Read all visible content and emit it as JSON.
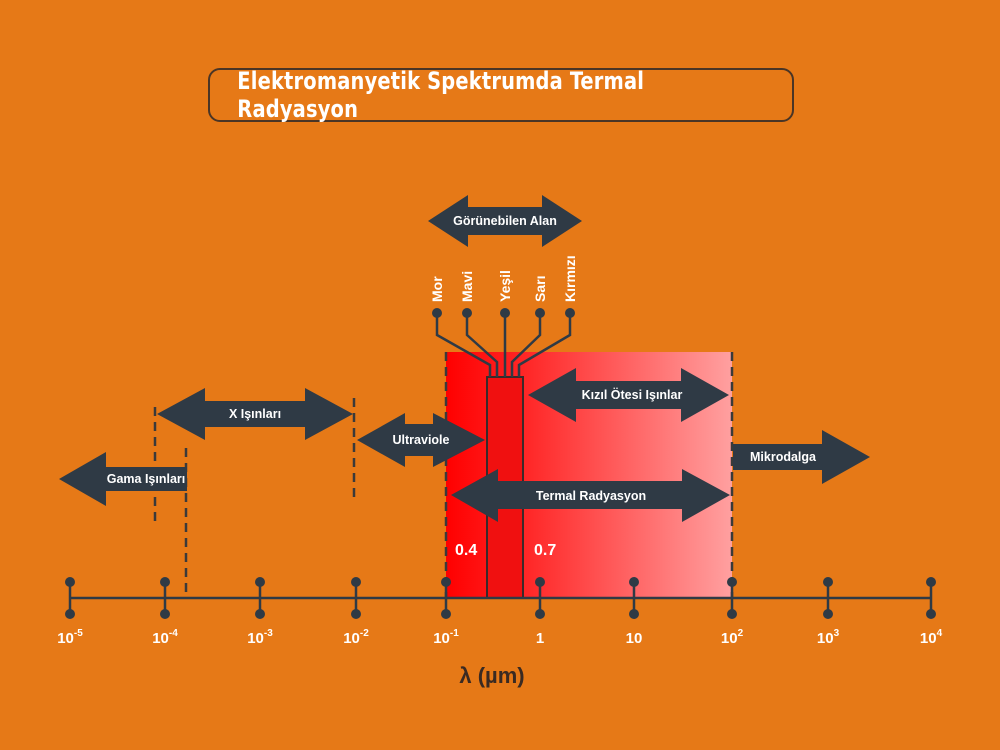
{
  "title": "Elektromanyetik Spektrumda Termal Radyasyon",
  "colors": {
    "background": "#e67917",
    "dark": "#2f3a45",
    "red": "#ff0000",
    "pink_end": "#ffa0a0",
    "text": "#ffffff"
  },
  "axis": {
    "label": "λ (µm)",
    "ticks": [
      {
        "base": "10",
        "exp": "-5"
      },
      {
        "base": "10",
        "exp": "-4"
      },
      {
        "base": "10",
        "exp": "-3"
      },
      {
        "base": "10",
        "exp": "-2"
      },
      {
        "base": "10",
        "exp": "-1"
      },
      {
        "base": "1",
        "exp": ""
      },
      {
        "base": "10",
        "exp": ""
      },
      {
        "base": "10",
        "exp": "2"
      },
      {
        "base": "10",
        "exp": "3"
      },
      {
        "base": "10",
        "exp": "4"
      }
    ]
  },
  "bands": {
    "gamma": "Gama Işınları",
    "xray": "X Işınları",
    "uv": "Ultraviole",
    "visible": "Görünebilen Alan",
    "ir": "Kızıl Ötesi Işınlar",
    "thermal": "Termal Radyasyon",
    "microwave": "Mikrodalga"
  },
  "visible_colors": [
    "Mor",
    "Mavi",
    "Yeşil",
    "Sarı",
    "Kırmızı"
  ],
  "visible_limits": {
    "low": "0.4",
    "high": "0.7"
  }
}
